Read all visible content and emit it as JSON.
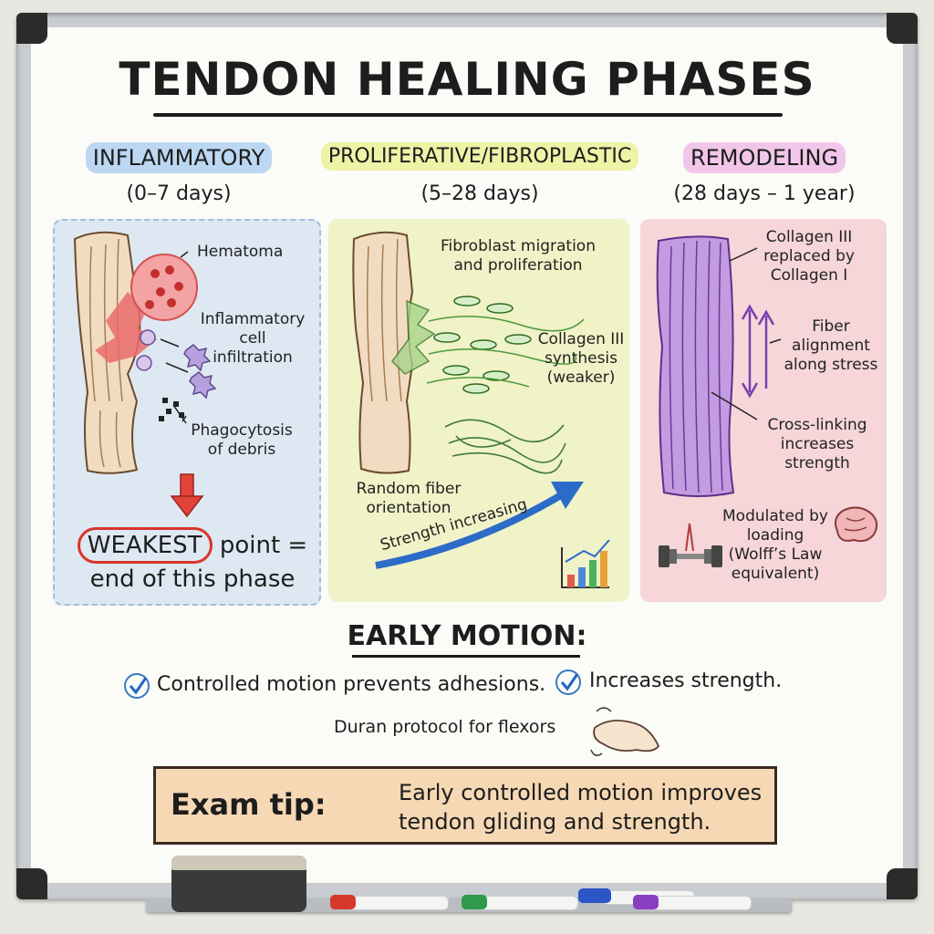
{
  "title": "TENDON HEALING PHASES",
  "phases": [
    {
      "name": "INFLAMMATORY",
      "days": "(0–7 days)",
      "color": "#bcd7f2",
      "labels": {
        "hematoma": "Hematoma",
        "infiltration": "Inflammatory\ncell\ninfiltration",
        "phagocytosis": "Phagocytosis\nof debris"
      },
      "weakest_word": "WEAKEST",
      "weakest_rest": "point =",
      "weakest_line2": "end of this phase"
    },
    {
      "name": "PROLIFERATIVE/FIBROPLASTIC",
      "days": "(5–28 days)",
      "color": "#eef3a6",
      "labels": {
        "migration": "Fibroblast migration\nand proliferation",
        "collagen": "Collagen III\nsynthesis\n(weaker)",
        "random": "Random fiber\norientation",
        "strength": "Strength increasing"
      }
    },
    {
      "name": "REMODELING",
      "days": "(28 days – 1 year)",
      "color": "#f2c6ea",
      "labels": {
        "replaced": "Collagen III\nreplaced by\nCollagen I",
        "alignment": "Fiber\nalignment\nalong stress",
        "crosslink": "Cross-linking\nincreases\nstrength",
        "modulated": "Modulated by\nloading\n(Wolff’s Law\nequivalent)"
      }
    }
  ],
  "early_motion": {
    "heading": "EARLY MOTION:",
    "points": [
      "Controlled motion prevents adhesions.",
      "Increases strength."
    ],
    "duran": "Duran protocol for flexors"
  },
  "exam_tip": {
    "label": "Exam tip:",
    "text_line1": "Early controlled motion improves",
    "text_line2": "tendon gliding and strength."
  },
  "icons": [
    "check-icon",
    "lightbulb-icon",
    "dumbbell-icon",
    "brain-icon",
    "hand-icon",
    "bar-chart-icon",
    "arrow-down-icon"
  ]
}
